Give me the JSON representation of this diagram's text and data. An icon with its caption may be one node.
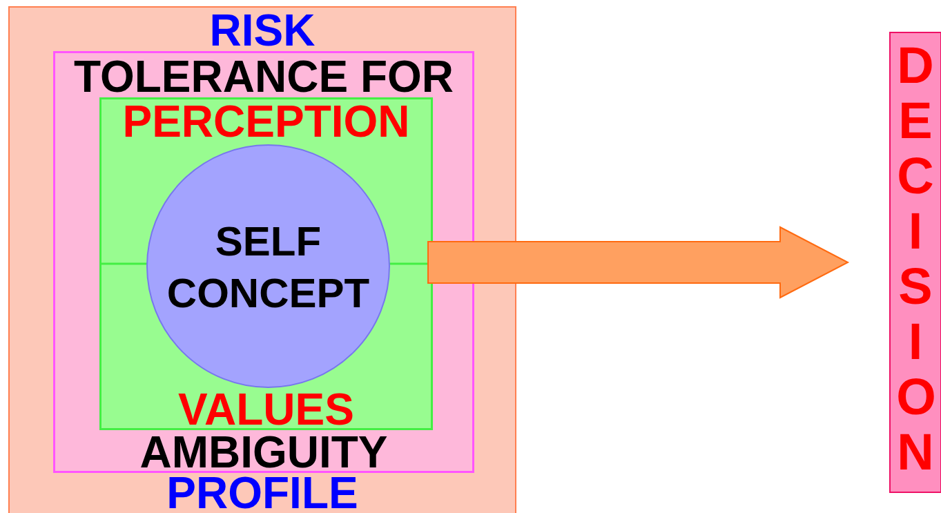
{
  "diagram": {
    "nodes": [
      {
        "text": [
          "RISK",
          "PROFILE"
        ]
      },
      {
        "text": [
          "TOLERANCE FOR",
          "AMBIGUITY"
        ],
        "in": 0
      },
      {
        "text": [
          "PERCEPTION",
          "VALUES"
        ],
        "in": 1
      },
      {
        "text": [
          "SELF CONCEPT"
        ],
        "in": 2
      },
      {
        "text": [
          "DECISION"
        ]
      }
    ],
    "edges": [
      {
        "from": 2,
        "to": 4,
        "arrow": "to"
      }
    ]
  }
}
